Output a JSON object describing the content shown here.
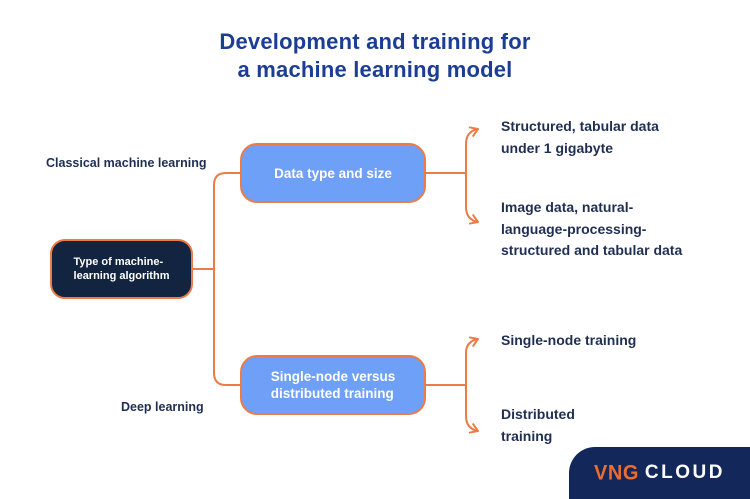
{
  "title": {
    "line1": "Development and training for",
    "line2": "a machine learning model"
  },
  "root": {
    "line1": "Type of machine-",
    "line2": "learning algorithm"
  },
  "branches": {
    "classical": {
      "label": "Classical machine learning",
      "node": "Data type and size",
      "leaf1": {
        "line1": "Structured, tabular data",
        "line2": "under 1 gigabyte"
      },
      "leaf2": {
        "line1": "Image data, natural-",
        "line2": "language-processing-",
        "line3": "structured and tabular data"
      }
    },
    "deep": {
      "label": "Deep learning",
      "node_line1": "Single-node versus",
      "node_line2": "distributed training",
      "leaf1": {
        "line1": "Single-node training"
      },
      "leaf2": {
        "line1": "Distributed",
        "line2": "training"
      }
    }
  },
  "logo": {
    "brand": "VNG",
    "suffix": "CLOUD"
  },
  "colors": {
    "title-blue": "#1B3E94",
    "navy": "#132441",
    "strip-navy": "#13275A",
    "node-blue": "#6FA0F7",
    "accent-orange": "#EE7B45",
    "logo-orange": "#EE6C2D",
    "text-navy": "#1F2E52"
  }
}
